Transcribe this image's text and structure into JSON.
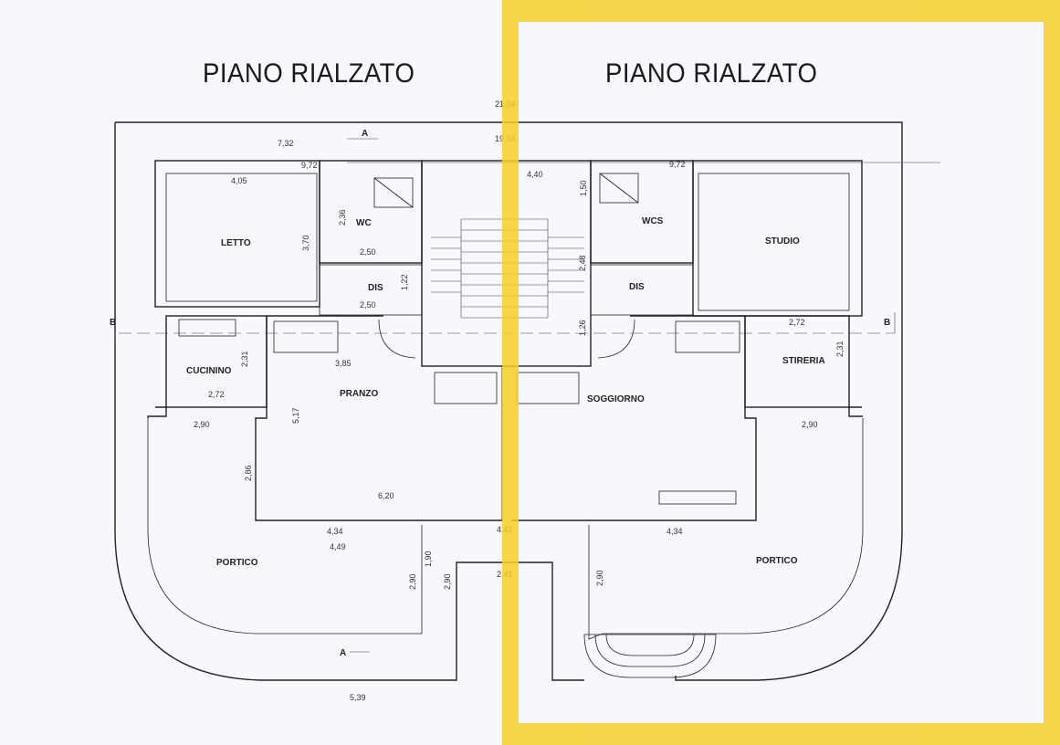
{
  "titles": {
    "left": "PIANO RIALZATO",
    "right": "PIANO RIALZATO"
  },
  "rooms": {
    "letto": "LETTO",
    "wc": "WC",
    "dis_left": "DIS",
    "cucinino": "CUCININO",
    "pranzo": "PRANZO",
    "portico_left": "PORTICO",
    "wcs": "WCS",
    "dis_right": "DIS",
    "studio": "STUDIO",
    "stireria": "STIRERIA",
    "soggiorno": "SOGGIORNO",
    "portico_right": "PORTICO"
  },
  "dimensions": {
    "d_21_04": "21,04",
    "d_19_04": "19,04",
    "d_7_32": "7,32",
    "d_9_72_l": "9,72",
    "d_9_72_r": "9,72",
    "d_4_05": "4,05",
    "d_4_40": "4,40",
    "d_1_50": "1,50",
    "d_2_36": "2,36",
    "d_3_70": "3,70",
    "d_2_50_a": "2,50",
    "d_2_50_b": "2,50",
    "d_1_22": "1,22",
    "d_2_48": "2,48",
    "d_1_26": "1,26",
    "d_2_72_r": "2,72",
    "d_2_31_l": "2,31",
    "d_2_31_r": "2,31",
    "d_3_85": "3,85",
    "d_2_72_l": "2,72",
    "d_2_90_a": "2,90",
    "d_2_90_b": "2,90",
    "d_5_17": "5,17",
    "d_2_86": "2,86",
    "d_6_20": "6,20",
    "d_4_34_l": "4,34",
    "d_4_41": "4,41",
    "d_4_34_r": "4,34",
    "d_4_49": "4,49",
    "d_1_90": "1,90",
    "d_2_90_c": "2,90",
    "d_2_90_d": "2,90",
    "d_2_41": "2,41",
    "d_2_90_e": "2,90",
    "d_5_39": "5,39"
  },
  "section_markers": {
    "a_top": "A",
    "a_bottom": "A",
    "b_left": "B",
    "b_right": "B"
  },
  "colors": {
    "highlight": "#f7cf2a",
    "paper": "#f7f8fb",
    "ink": "#222222"
  }
}
